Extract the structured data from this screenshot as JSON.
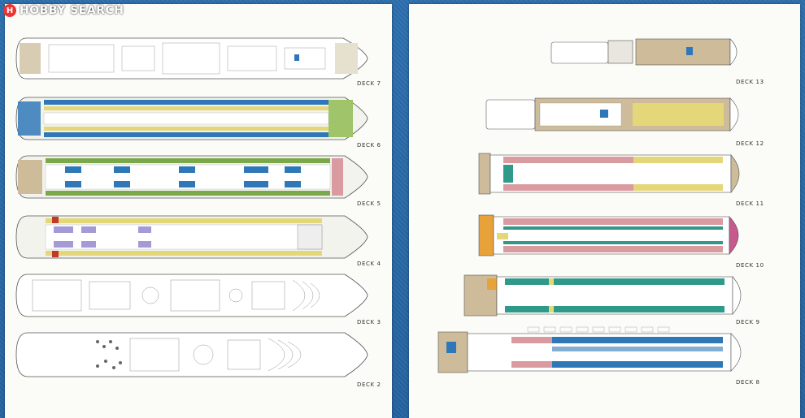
{
  "logo": {
    "mark": "H",
    "text": "HOBBY SEARCH"
  },
  "colors": {
    "blue": "#2f78b8",
    "green": "#7aa84a",
    "yellow": "#e4d77a",
    "pink": "#d99aa0",
    "teal": "#2f9a8a",
    "purple": "#a49ad6",
    "sand": "#cdbb9a",
    "orange": "#e7a23a"
  },
  "left_decks": [
    {
      "label": "DECK 7",
      "bands": "plan"
    },
    {
      "label": "DECK 6",
      "bands": "blue-yellow"
    },
    {
      "label": "DECK 5",
      "bands": "green-blue"
    },
    {
      "label": "DECK 4",
      "bands": "yellow-purple"
    },
    {
      "label": "DECK 3",
      "bands": "plan"
    },
    {
      "label": "DECK 2",
      "bands": "plan"
    }
  ],
  "right_decks": [
    {
      "label": "DECK 13",
      "bands": "top"
    },
    {
      "label": "DECK 12",
      "bands": "yellow"
    },
    {
      "label": "DECK 11",
      "bands": "pink-yellow"
    },
    {
      "label": "DECK 10",
      "bands": "orange-pink"
    },
    {
      "label": "DECK 9",
      "bands": "teal"
    },
    {
      "label": "DECK 8",
      "bands": "blue-pink"
    }
  ]
}
